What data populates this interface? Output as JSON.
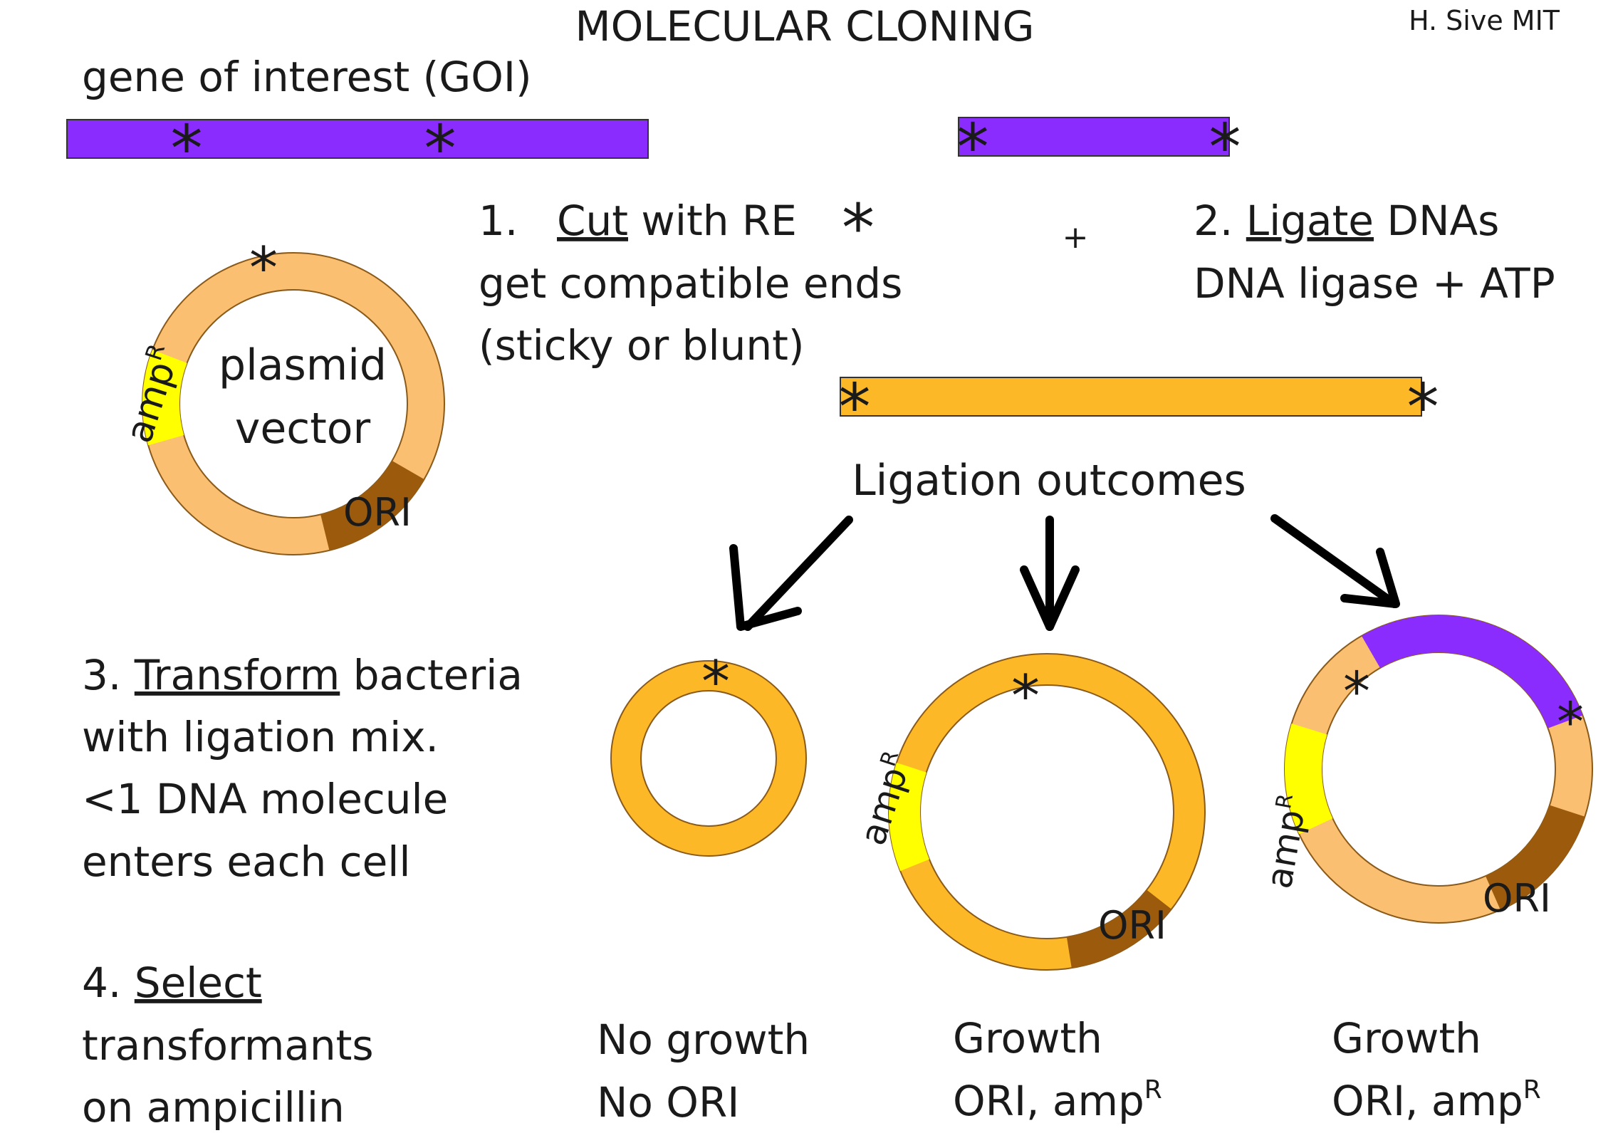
{
  "title": "MOLECULAR CLONING",
  "author": "H. Sive MIT",
  "goi_label": "gene of interest (GOI)",
  "step1": {
    "number": "1.",
    "verb": "Cut",
    "rest": " with RE",
    "line2": "get compatible ends",
    "line3": "(sticky or blunt)"
  },
  "plus": "+",
  "step2": {
    "number": "2. ",
    "verb": "Ligate",
    "rest": " DNAs",
    "line2": "DNA ligase + ATP"
  },
  "plasmid": {
    "line1": "plasmid",
    "line2": "vector"
  },
  "amp_label": "amp",
  "amp_sup": "R",
  "ori_label": "ORI",
  "star": "*",
  "ligation_title": "Ligation outcomes",
  "step3": {
    "number": "3. ",
    "verb": "Transform",
    "rest": " bacteria",
    "line2": "with ligation mix.",
    "line3": "<1 DNA molecule",
    "line4": "enters each cell"
  },
  "step4": {
    "number": "4. ",
    "verb": "Select",
    "line2": "transformants",
    "line3": "on ampicillin"
  },
  "outcomes": [
    {
      "line1": "No growth",
      "line2": "No ORI",
      "sup": ""
    },
    {
      "line1": "Growth",
      "line2": "ORI, amp",
      "sup": "R"
    },
    {
      "line1": "Growth",
      "line2": "ORI, amp",
      "sup": "R"
    }
  ],
  "colors": {
    "goi": "#8b2cff",
    "vector_light": "#fbbf71",
    "vector_strong": "#fdb827",
    "amp": "#ffff00",
    "ori": "#9c5a0c"
  }
}
